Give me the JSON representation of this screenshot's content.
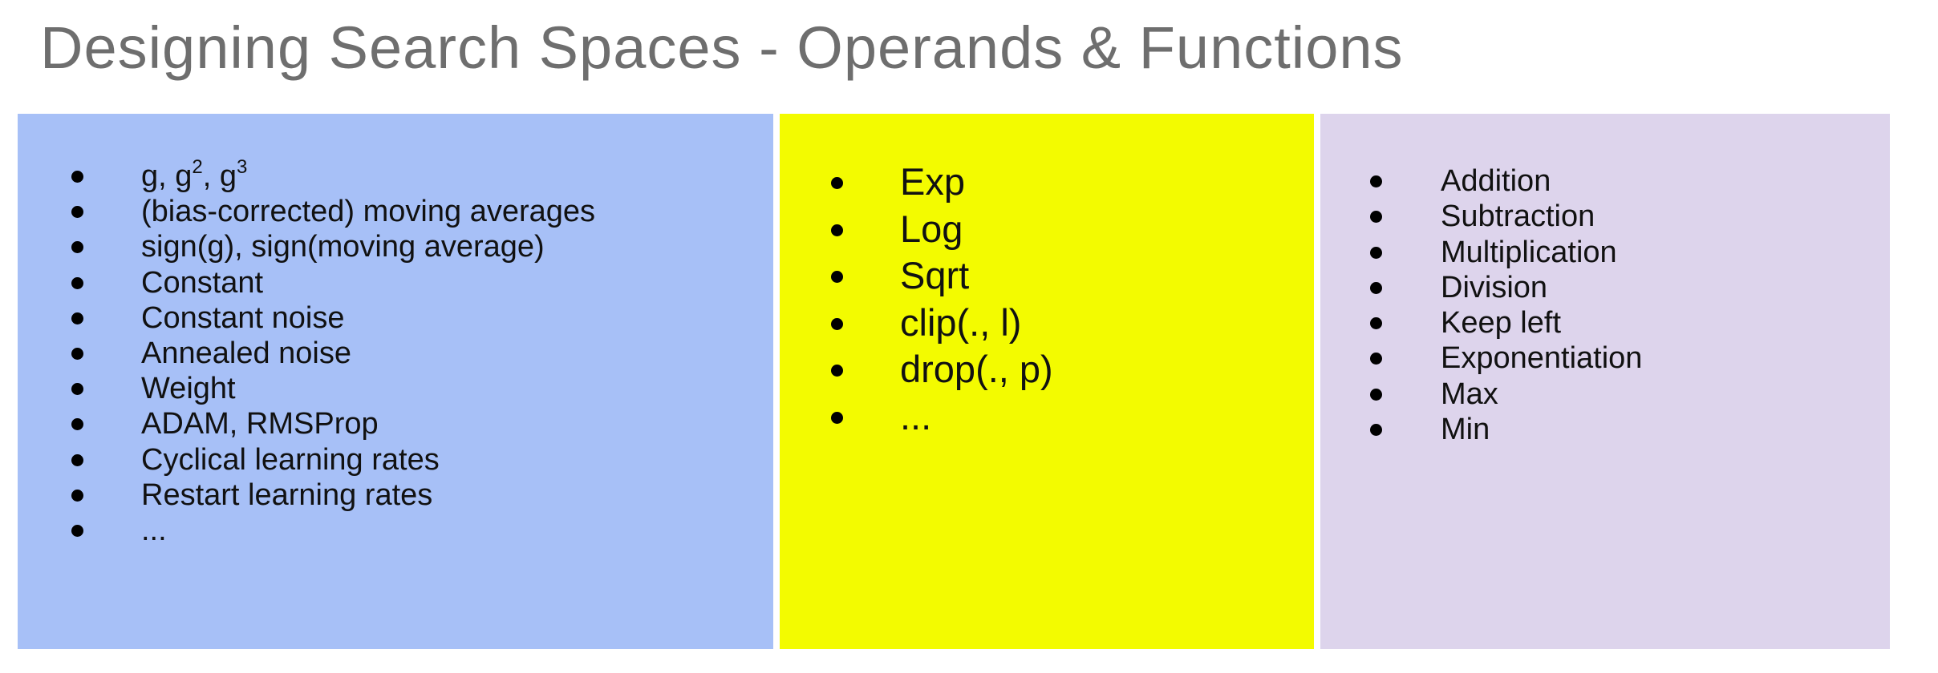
{
  "title": "Designing Search Spaces - Operands & Functions",
  "operands": {
    "first_item": {
      "g1": "g, g",
      "sup2": "2",
      "g_mid": ", g",
      "sup3": "3"
    },
    "items": [
      "(bias-corrected) moving averages",
      "sign(g), sign(moving average)",
      "Constant",
      "Constant noise",
      "Annealed noise",
      "Weight",
      "ADAM, RMSProp",
      "Cyclical learning rates",
      "Restart learning rates",
      "..."
    ]
  },
  "unary_functions": {
    "items": [
      "Exp",
      "Log",
      "Sqrt",
      "clip(., l)",
      "drop(., p)",
      "..."
    ]
  },
  "binary_functions": {
    "items": [
      "Addition",
      "Subtraction",
      "Multiplication",
      "Division",
      "Keep left",
      "Exponentiation",
      "Max",
      "Min"
    ]
  },
  "colors": {
    "operands_panel": "#a7c0f7",
    "unary_panel": "#f3fb00",
    "binary_panel": "#ddd4ec",
    "title_text": "#6e6e6e"
  }
}
